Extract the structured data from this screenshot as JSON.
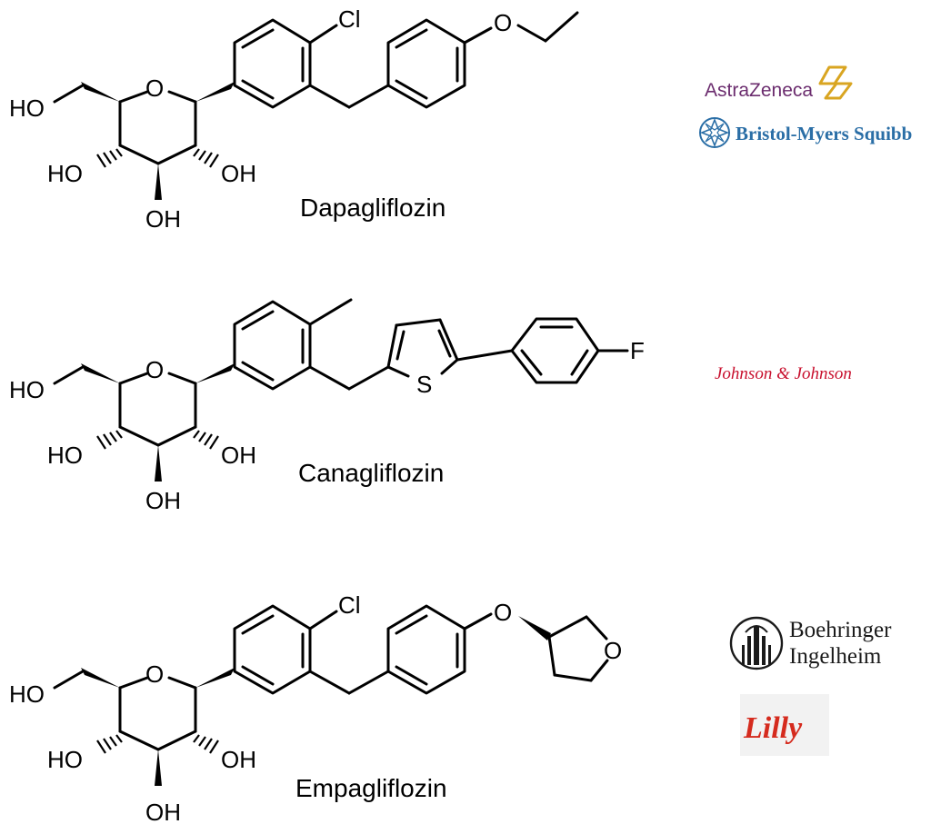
{
  "molecules": [
    {
      "name": "Dapagliflozin",
      "atoms": {
        "ho_primary": "HO",
        "ring_o": "O",
        "ho_left": "HO",
        "oh_right": "OH",
        "oh_bottom": "OH",
        "cl": "Cl",
        "ether_o": "O"
      },
      "companies": [
        "AstraZeneca",
        "Bristol-Myers Squibb"
      ]
    },
    {
      "name": "Canagliflozin",
      "atoms": {
        "ho_primary": "HO",
        "ring_o": "O",
        "ho_left": "HO",
        "oh_right": "OH",
        "oh_bottom": "OH",
        "s": "S",
        "f": "F"
      },
      "companies": [
        "Johnson & Johnson"
      ]
    },
    {
      "name": "Empagliflozin",
      "atoms": {
        "ho_primary": "HO",
        "ring_o": "O",
        "ho_left": "HO",
        "oh_right": "OH",
        "oh_bottom": "OH",
        "cl": "Cl",
        "ether_o": "O",
        "thf_o": "O"
      },
      "companies": [
        "Boehringer Ingelheim",
        "Lilly"
      ]
    }
  ],
  "logos": {
    "astrazeneca": {
      "text": "AstraZeneca",
      "color": "#6b2c6e",
      "accent": "#d9a521"
    },
    "bms": {
      "text": "Bristol-Myers Squibb",
      "color": "#2a6ea6"
    },
    "jnj": {
      "text": "Johnson & Johnson",
      "color": "#c8102e"
    },
    "boehringer": {
      "line1": "Boehringer",
      "line2": "Ingelheim",
      "color": "#1a1a1a"
    },
    "lilly": {
      "text": "Lilly",
      "color": "#d52b1e",
      "background": "#f2f2f2"
    }
  }
}
